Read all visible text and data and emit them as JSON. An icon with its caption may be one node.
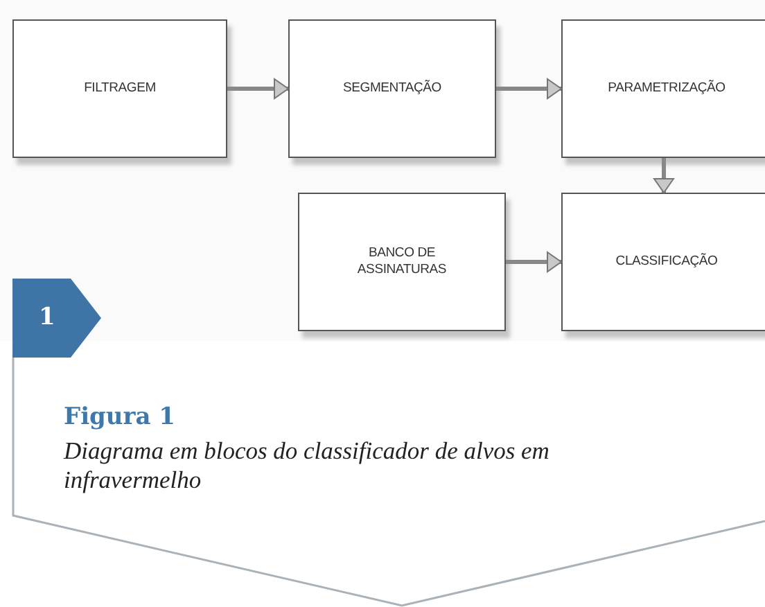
{
  "diagram": {
    "title": "Figura 1",
    "caption": "Diagrama em blocos do classificador de alvos em infravermelho",
    "nodes": [
      {
        "text": [
          "FILTRAGEM"
        ]
      },
      {
        "text": [
          "SEGMENTAÇÃO"
        ]
      },
      {
        "text": [
          "PARAMETRIZAÇÃO"
        ]
      },
      {
        "text": [
          "BANCO DE ASSINATURAS"
        ]
      },
      {
        "text": [
          "CLASSIFICAÇÃO"
        ]
      }
    ],
    "edges": [
      {
        "from": 0,
        "to": 1,
        "arrow": "to"
      },
      {
        "from": 1,
        "to": 2,
        "arrow": "to"
      },
      {
        "from": 2,
        "to": 4,
        "arrow": "to"
      },
      {
        "from": 3,
        "to": 4,
        "arrow": "to"
      }
    ],
    "labels": [
      "1"
    ]
  }
}
